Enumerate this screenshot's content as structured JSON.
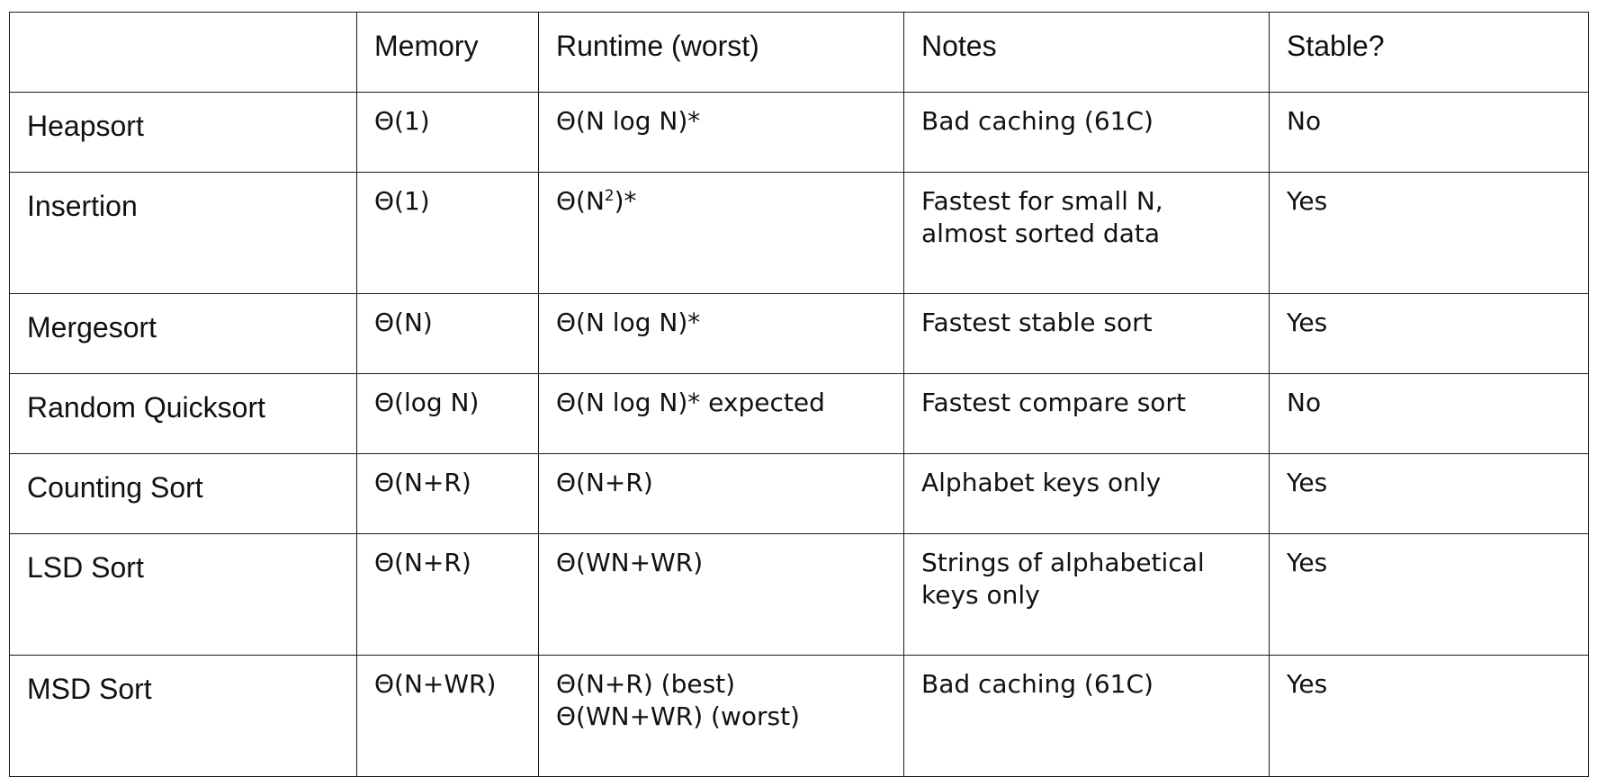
{
  "chart_data": {
    "type": "table",
    "columns": [
      "",
      "Memory",
      "Runtime (worst)",
      "Notes",
      "Stable?"
    ],
    "rows": [
      {
        "name": "Heapsort",
        "memory": "Θ(1)",
        "runtime": [
          "Θ(N log N)*"
        ],
        "notes": [
          "Bad caching (61C)"
        ],
        "stable": "No"
      },
      {
        "name": "Insertion",
        "memory": "Θ(1)",
        "runtime": [
          "Θ(N²)*"
        ],
        "notes": [
          "Fastest for small N,",
          "almost sorted data"
        ],
        "stable": "Yes"
      },
      {
        "name": "Mergesort",
        "memory": "Θ(N)",
        "runtime": [
          "Θ(N log N)*"
        ],
        "notes": [
          "Fastest stable sort"
        ],
        "stable": "Yes"
      },
      {
        "name": "Random Quicksort",
        "memory": "Θ(log N)",
        "runtime": [
          "Θ(N log N)* expected"
        ],
        "notes": [
          "Fastest compare sort"
        ],
        "stable": "No"
      },
      {
        "name": "Counting Sort",
        "memory": "Θ(N+R)",
        "runtime": [
          "Θ(N+R)"
        ],
        "notes": [
          "Alphabet keys only"
        ],
        "stable": "Yes"
      },
      {
        "name": "LSD Sort",
        "memory": "Θ(N+R)",
        "runtime": [
          "Θ(WN+WR)"
        ],
        "notes": [
          "Strings of alphabetical",
          "keys only"
        ],
        "stable": "Yes"
      },
      {
        "name": "MSD Sort",
        "memory": "Θ(N+WR)",
        "runtime": [
          "Θ(N+R) (best)",
          "Θ(WN+WR) (worst)"
        ],
        "notes": [
          "Bad caching (61C)"
        ],
        "stable": "Yes"
      }
    ]
  }
}
